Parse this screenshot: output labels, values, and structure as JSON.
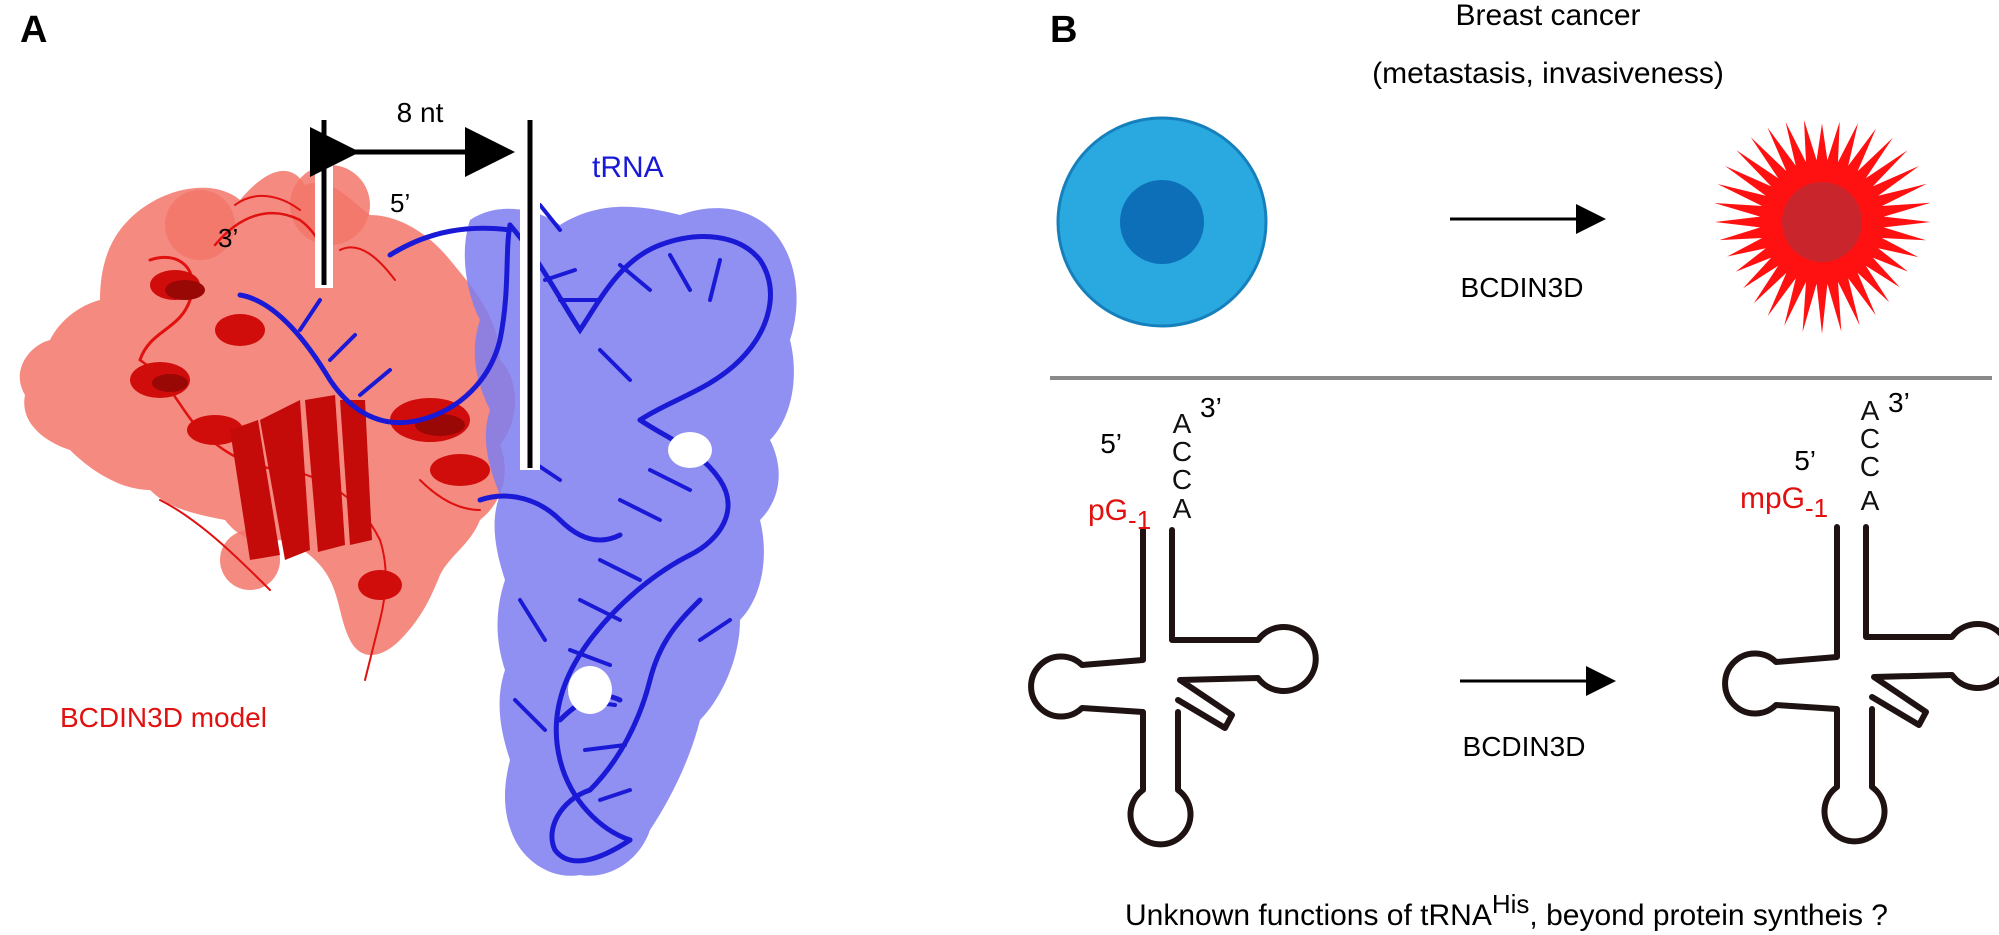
{
  "panel_a": {
    "letter": "A",
    "distance_label": "8 nt",
    "label_5prime": "5’",
    "label_3prime": "3’",
    "trna_label": "tRNA",
    "protein_label": "BCDIN3D model",
    "colors": {
      "protein": "#e0110f",
      "protein_surface": "#f2766a",
      "rna": "#1a1ad6",
      "rna_surface": "#7d7df0"
    }
  },
  "panel_b": {
    "letter": "B",
    "top": {
      "title_line1": "Breast cancer",
      "title_line2": "(metastasis, invasiveness)",
      "arrow_label": "BCDIN3D",
      "colors": {
        "normal_cell": "#2aa8e0",
        "normal_nucleus": "#0d6fb8",
        "cancer_cell": "#ff1111",
        "cancer_nucleus": "#c8262c"
      }
    },
    "bottom": {
      "left": {
        "label_5": "5’",
        "label_3": "3’",
        "red_label": "pG",
        "red_sub": "-1",
        "acca": [
          "A",
          "C",
          "C",
          "A"
        ]
      },
      "right": {
        "label_5": "5’",
        "label_3": "3’",
        "red_label": "mpG",
        "red_sub": "-1",
        "acca": [
          "A",
          "C",
          "C",
          "A"
        ]
      },
      "arrow_label": "BCDIN3D",
      "caption_pre": "Unknown functions of tRNA",
      "caption_sup": "His",
      "caption_post": ", beyond protein syntheis ?"
    }
  }
}
